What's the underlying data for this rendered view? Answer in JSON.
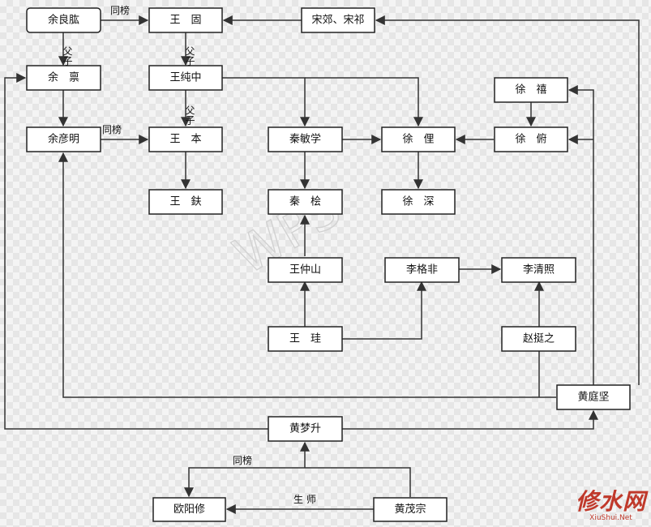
{
  "nodes": {
    "yu_liangguang": "余良肱",
    "wang_gu": "王　固",
    "song_jiao_song_qi": "宋郊、宋祁",
    "yu_bing": "余　禀",
    "wang_chunzhong": "王纯中",
    "xu_xi": "徐　禧",
    "yu_yanming": "余彦明",
    "wang_ben": "王　本",
    "qin_minxue": "秦敏学",
    "xu_li": "徐　俚",
    "xu_fu": "徐　俯",
    "wang_fu": "王　鈇",
    "qin_hui": "秦　桧",
    "xu_shen": "徐　深",
    "wang_zhongshan": "王仲山",
    "li_gefei": "李格非",
    "li_qingzhao": "李清照",
    "wang_gui": "王　珪",
    "zhao_tingzhi": "赵挺之",
    "huang_tingjian": "黄庭坚",
    "huang_mengsheng": "黄梦升",
    "ouyang_xiu": "欧阳修",
    "huang_maozong": "黄茂宗"
  },
  "edge_labels": {
    "yu_wang_tongbang": "同榜",
    "yu_fuzi": "父子",
    "wang_fuzi_1": "父子",
    "wang_fuzi_2": "父子",
    "yanming_tongbang": "同榜",
    "huang_tongbang": "同榜",
    "shengshi": "生 师"
  },
  "watermark": {
    "main": "WPS",
    "brand_cn": "修水网",
    "brand_url": "XiuShui.Net"
  },
  "colors": {
    "node_border": "#222222",
    "edge": "#333333",
    "brand": "#c0392b"
  }
}
